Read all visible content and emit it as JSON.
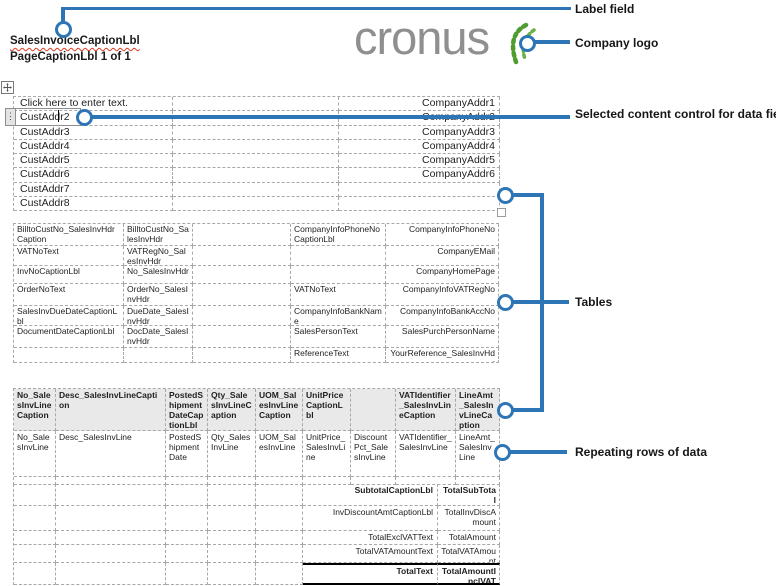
{
  "header": {
    "sales_invoice_caption": "SalesInvoiceCaptionLbl",
    "page_caption": "PageCaptionLbl 1 of 1",
    "logo_text": "cronus"
  },
  "callouts": {
    "label_field": "Label field",
    "company_logo": "Company logo",
    "selected_content_control": "Selected content control for data field",
    "tables": "Tables",
    "repeating_rows": "Repeating rows of data"
  },
  "address_table": {
    "rows": [
      {
        "left": "Click here to enter text.",
        "right": "CompanyAddr1"
      },
      {
        "left": "CustAddr2",
        "right": "CompanyAddr2"
      },
      {
        "left": "CustAddr3",
        "right": "CompanyAddr3"
      },
      {
        "left": "CustAddr4",
        "right": "CompanyAddr4"
      },
      {
        "left": "CustAddr5",
        "right": "CompanyAddr5"
      },
      {
        "left": "CustAddr6",
        "right": "CompanyAddr6"
      },
      {
        "left": "CustAddr7",
        "right": ""
      },
      {
        "left": "CustAddr8",
        "right": ""
      }
    ]
  },
  "info_table": {
    "rows": [
      [
        "BilltoCustNo_SalesInvHdrCaption",
        "BilltoCustNo_SalesInvHdr",
        "",
        "CompanyInfoPhoneNoCaptionLbl",
        "CompanyInfoPhoneNo"
      ],
      [
        "VATNoText",
        "VATRegNo_SalesInvHdr",
        "",
        "",
        "CompanyEMail"
      ],
      [
        "InvNoCaptionLbl",
        "No_SalesInvHdr",
        "",
        "",
        "CompanyHomePage"
      ],
      [
        "OrderNoText",
        "OrderNo_SalesInvHdr",
        "",
        "VATNoText",
        "CompanyInfoVATRegNo"
      ],
      [
        "SalesInvDueDateCaptionLbl",
        "DueDate_SalesInvHdr",
        "",
        "CompanyInfoBankName",
        "CompanyInfoBankAccNo"
      ],
      [
        "DocumentDateCaptionLbl",
        "DocDate_SalesInvHdr",
        "",
        "SalesPersonText",
        "SalesPurchPersonName"
      ],
      [
        "",
        "",
        "",
        "ReferenceText",
        "YourReference_SalesInvHdr"
      ]
    ]
  },
  "lines_table": {
    "header": [
      "No_SalesInvLineCaption",
      "Desc_SalesInvLineCaption",
      "PostedShipmentDateCaptionLbl",
      "Qty_SalesInvLineCaption",
      "UOM_SalesInvLineCaption",
      "UnitPriceCaptionLbl",
      "",
      "VATIdentifier_SalesInvLineCaption",
      "LineAmt_SalesInvLineCaption"
    ],
    "data": [
      "No_SalesInvLine",
      "Desc_SalesInvLine",
      "PostedShipmentDate",
      "Qty_SalesInvLine",
      "UOM_SalesInvLine",
      "UnitPrice_SalesInvLine",
      "DiscountPct_SalesInvLine",
      "VATIdentifier_SalesInvLine",
      "LineAmt_SalesInvLine"
    ],
    "totals": [
      {
        "caption": "SubtotalCaptionLbl",
        "amount": "TotalSubTotal"
      },
      {
        "caption": "InvDiscountAmtCaptionLbl",
        "amount": "TotalInvDiscAmount"
      },
      {
        "caption": "TotalExclVATText",
        "amount": "TotalAmount"
      },
      {
        "caption": "TotalVATAmountText",
        "amount": "TotalVATAmount"
      },
      {
        "caption": "TotalText",
        "amount": "TotalAmountInclVAT"
      }
    ]
  },
  "colors": {
    "annotation_blue": "#2e75b6",
    "logo_gray": "#8f8f8f",
    "logo_green": "#4f9d31",
    "lines_header_bg": "#e9e9e9",
    "spellcheck_red": "#e03a23"
  }
}
